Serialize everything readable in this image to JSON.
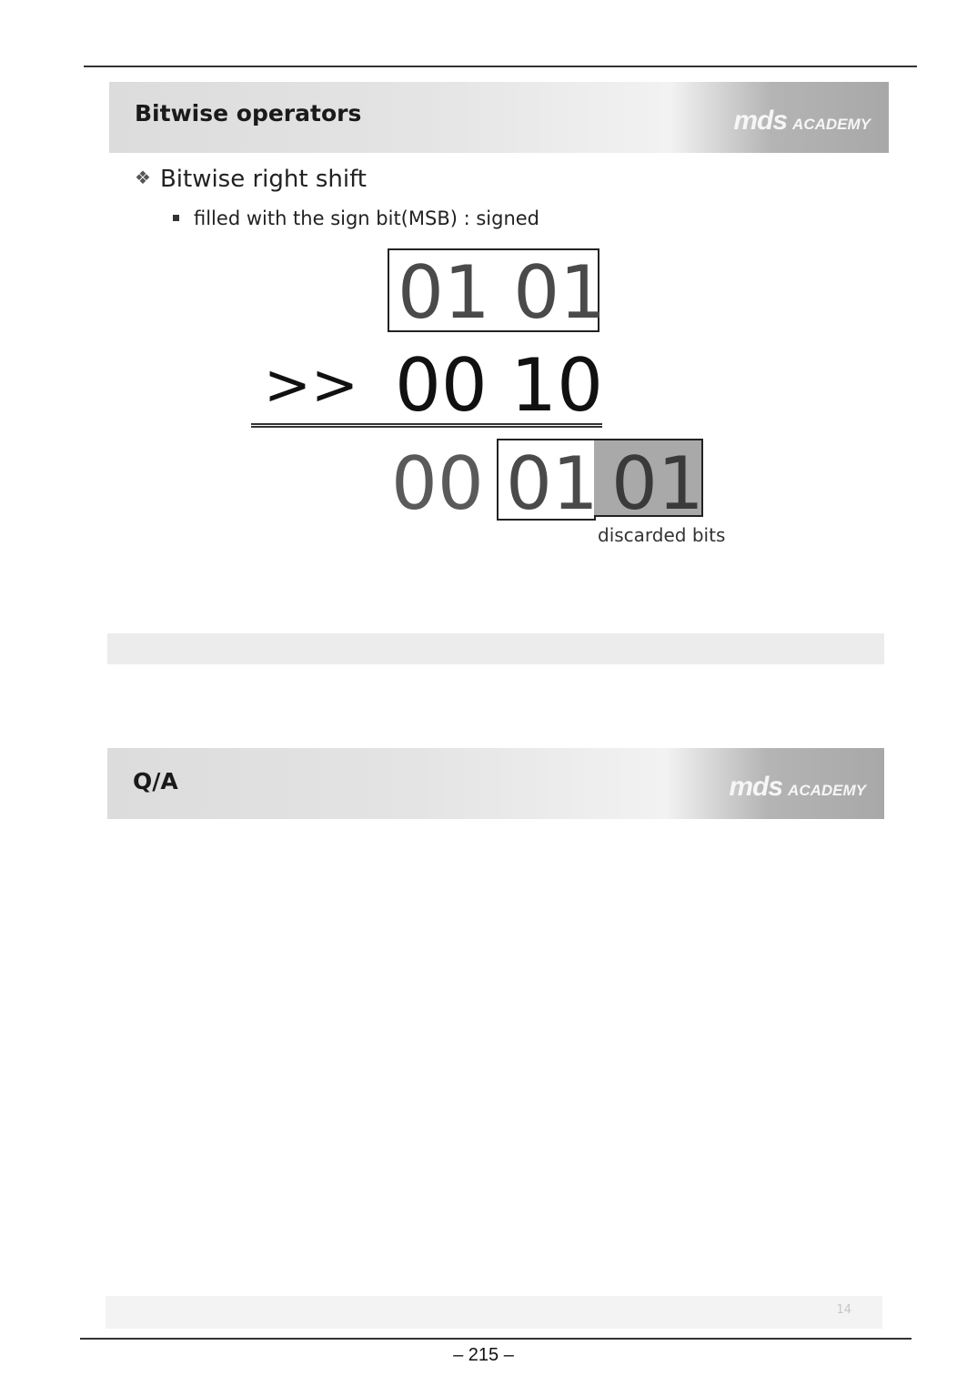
{
  "slide1": {
    "title": "Bitwise operators",
    "logo_big": "mds",
    "logo_small": "ACADEMY",
    "bullet_glyph": "❖",
    "heading": "Bitwise right shift",
    "sub_bullet": "filled with the sign bit(MSB) : signed",
    "operand": "01 01",
    "operator": ">>",
    "shift_amount": "00 10",
    "result_fill": "00",
    "result_kept": "01",
    "result_discarded": "01",
    "caption": "discarded bits"
  },
  "slide2": {
    "title": "Q/A",
    "logo_big": "mds",
    "logo_small": "ACADEMY",
    "slide_number": "14"
  },
  "footer": {
    "page_number": "– 215 –"
  }
}
